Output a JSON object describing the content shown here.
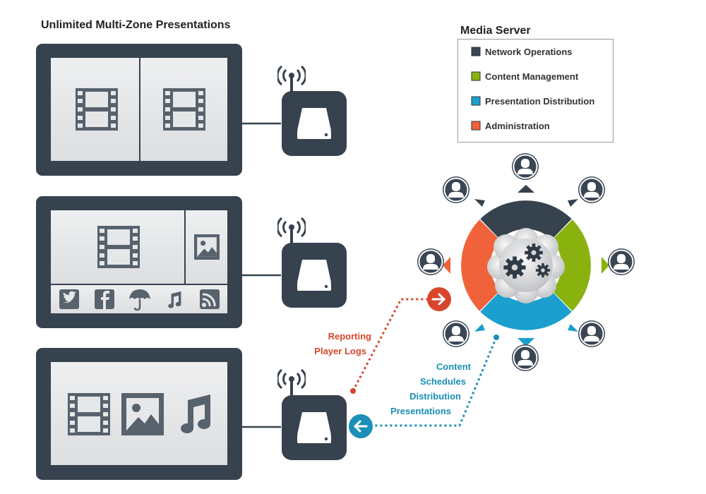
{
  "title": "Unlimited Multi-Zone Presentations",
  "legend": {
    "title": "Media Server",
    "items": [
      {
        "label": "Network Operations",
        "color": "#3a4654"
      },
      {
        "label": "Content Management",
        "color": "#8ab20e"
      },
      {
        "label": "Presentation Distribution",
        "color": "#1a9fcf"
      },
      {
        "label": "Administration",
        "color": "#f0633a"
      }
    ]
  },
  "reporting": {
    "lines": [
      "Reporting",
      "Player Logs"
    ],
    "color": "#d9452b"
  },
  "distribution": {
    "lines": [
      "Content",
      "Schedules",
      "Distribution",
      "Presentations"
    ],
    "color": "#1a8fb8"
  },
  "displays": [
    {
      "id": "display-1",
      "zones": [
        "film-icon",
        "film-icon"
      ]
    },
    {
      "id": "display-2",
      "zones": [
        "film-icon",
        "image-icon"
      ],
      "social_bar": [
        "twitter-icon",
        "facebook-icon",
        "umbrella-icon",
        "music-note-icon",
        "rss-icon"
      ]
    },
    {
      "id": "display-3",
      "zones": [
        "film-icon",
        "image-icon",
        "music-note-icon"
      ]
    }
  ],
  "colors": {
    "dark": "#36424e",
    "screen": "#e6e7e8",
    "user_circle": "#3a4654"
  }
}
